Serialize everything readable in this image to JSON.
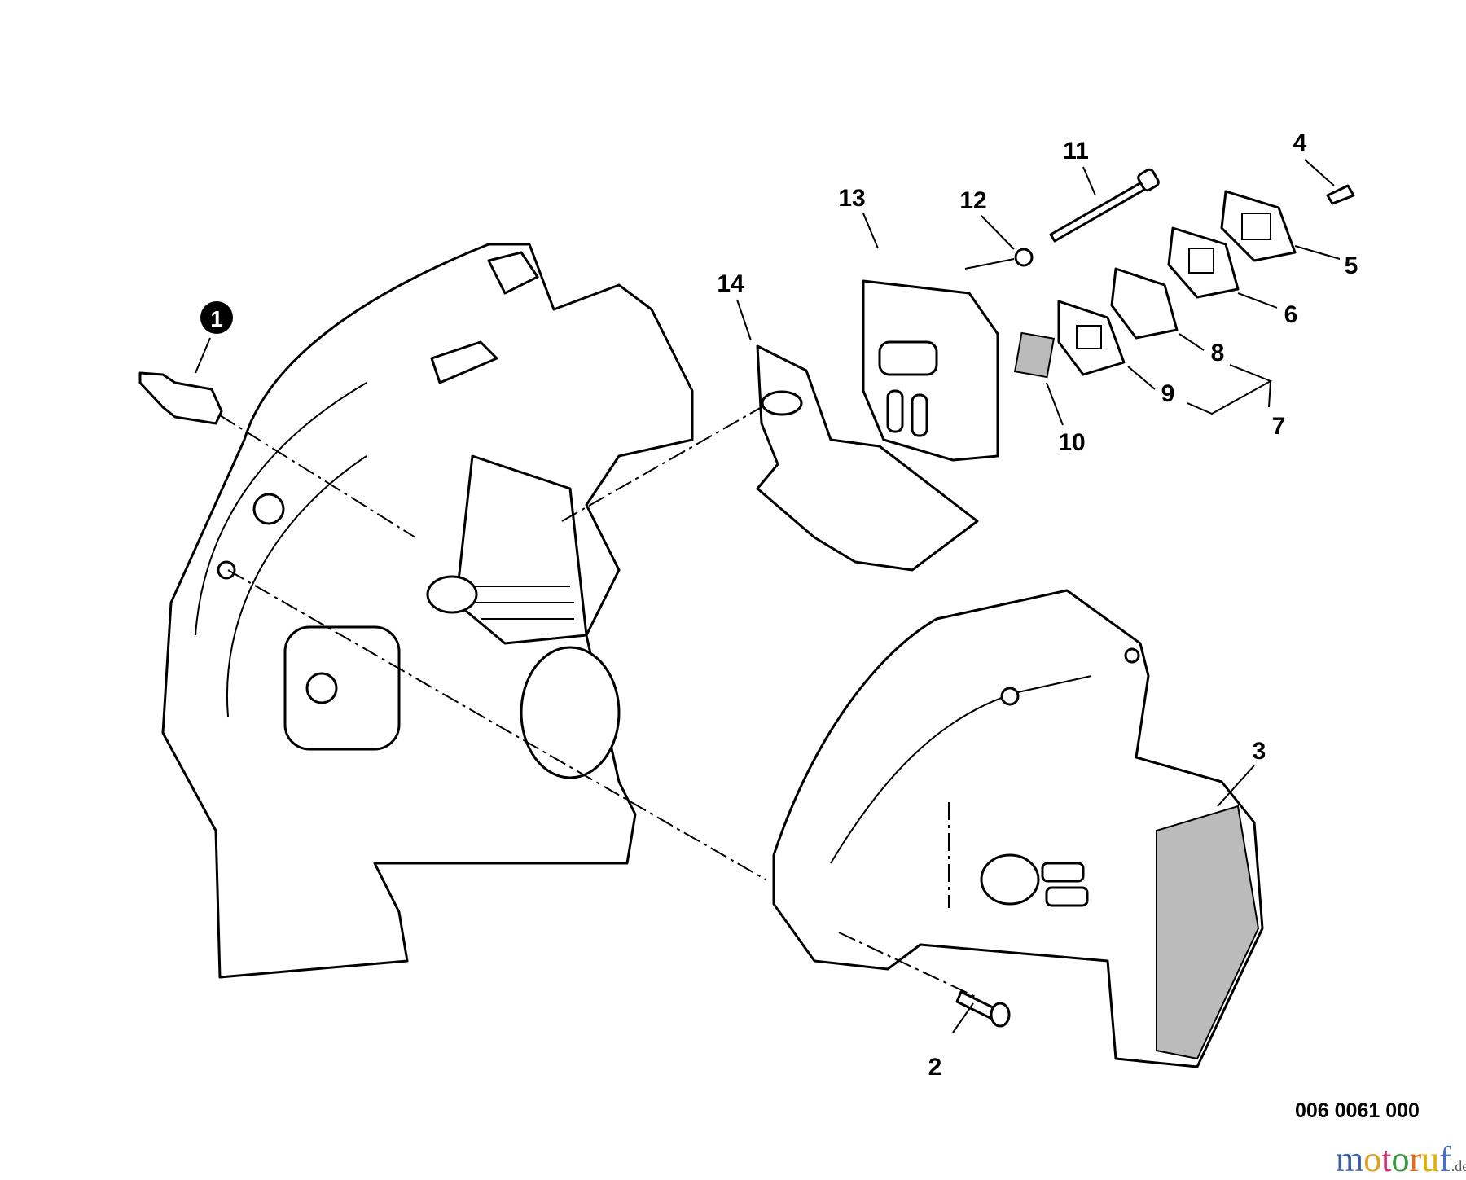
{
  "diagram": {
    "callouts": [
      {
        "id": "1",
        "label": "1",
        "highlighted": true
      },
      {
        "id": "2",
        "label": "2"
      },
      {
        "id": "3",
        "label": "3"
      },
      {
        "id": "4",
        "label": "4"
      },
      {
        "id": "5",
        "label": "5"
      },
      {
        "id": "6",
        "label": "6"
      },
      {
        "id": "7",
        "label": "7"
      },
      {
        "id": "8",
        "label": "8"
      },
      {
        "id": "9",
        "label": "9"
      },
      {
        "id": "10",
        "label": "10"
      },
      {
        "id": "11",
        "label": "11"
      },
      {
        "id": "12",
        "label": "12"
      },
      {
        "id": "13",
        "label": "13"
      },
      {
        "id": "14",
        "label": "14"
      }
    ],
    "drawing_code": "006 0061 000",
    "watermark": {
      "text": "motoruf",
      "suffix": ".de",
      "colors": [
        "#3a5fa8",
        "#e0a020",
        "#d03070",
        "#3a9a40",
        "#e07020",
        "#e0b000",
        "#4a70c0"
      ]
    }
  }
}
